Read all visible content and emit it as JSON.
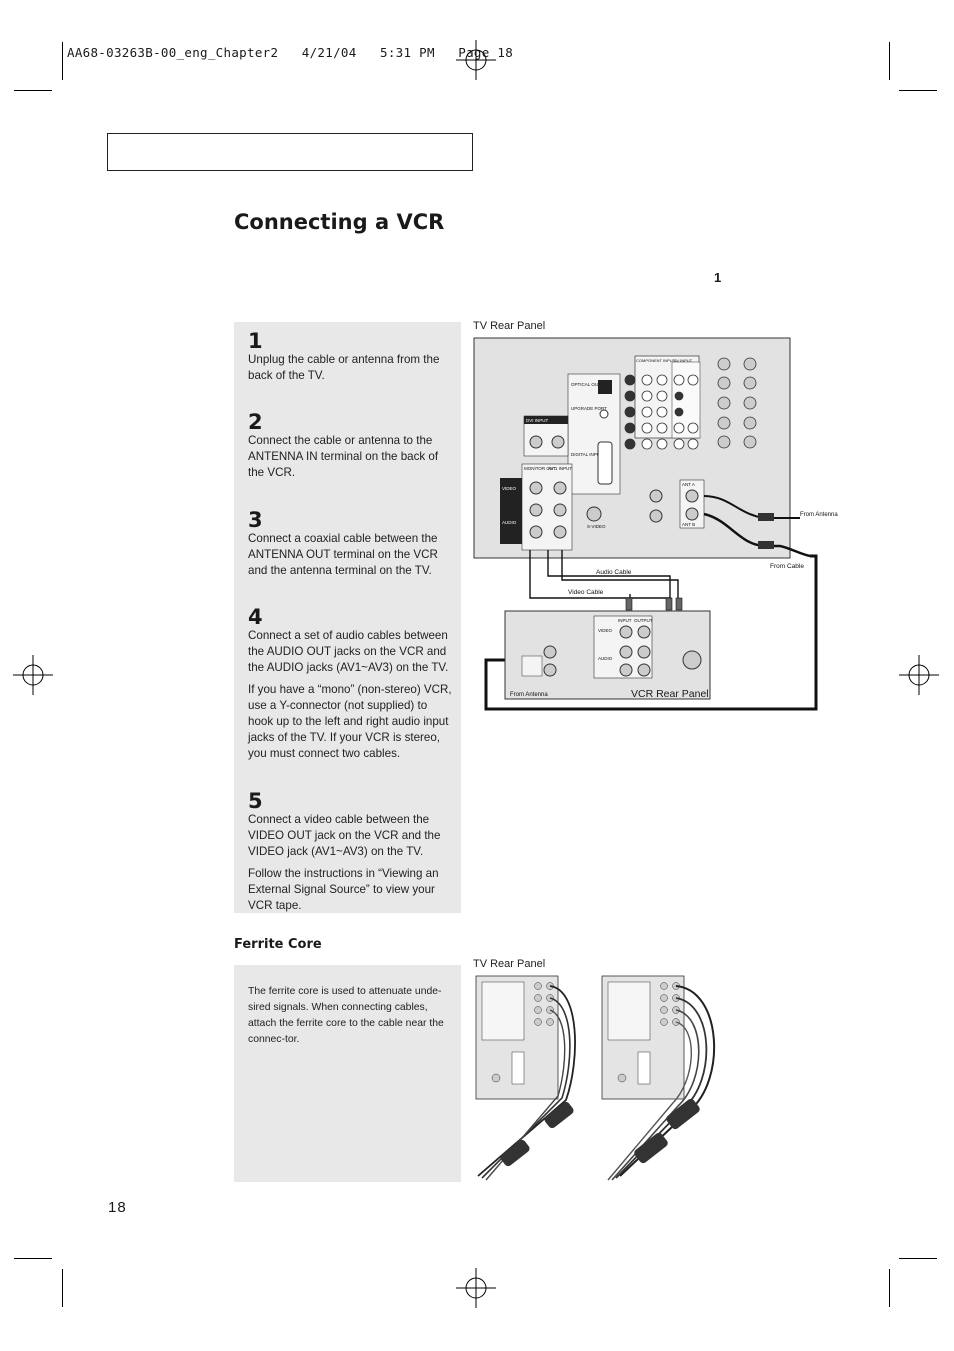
{
  "header": {
    "file_info": "AA68-03263B-00_eng_Chapter2   4/21/04   5:31 PM   Page 18"
  },
  "page": {
    "title": "Connecting a VCR",
    "figure_ref": "1",
    "page_number": "18"
  },
  "steps": [
    {
      "number": "1",
      "text": "Unplug the cable or antenna from the back of the TV."
    },
    {
      "number": "2",
      "text": "Connect the cable or antenna to the ANTENNA IN terminal on the back of the VCR."
    },
    {
      "number": "3",
      "text": "Connect a coaxial cable between the ANTENNA OUT terminal on the VCR and the antenna terminal on the TV."
    },
    {
      "number": "4",
      "text": "Connect a set of audio cables between the AUDIO OUT jacks on the VCR and the AUDIO jacks (AV1~AV3) on the TV.",
      "note": "If you have a “mono” (non-stereo) VCR, use a Y-connector (not supplied) to hook up to the left and right audio input jacks of the TV. If your VCR is stereo, you must connect two cables."
    },
    {
      "number": "5",
      "text": "Connect a video cable between the VIDEO OUT jack on the VCR and the VIDEO jack (AV1~AV3) on the TV.",
      "note": "Follow the instructions in “Viewing an External Signal Source” to view your VCR tape."
    }
  ],
  "diagram": {
    "tv_caption": "TV Rear Panel",
    "vcr_caption": "VCR Rear Panel",
    "labels": {
      "from_antenna": "From Antenna",
      "from_cable": "From Cable",
      "audio_cable": "Audio Cable",
      "video_cable": "Video Cable",
      "vcr_from_antenna": "From Antenna",
      "component_input": "COMPONENT INPUT",
      "av_input": "AV INPUT",
      "optical_out": "OPTICAL OUT",
      "upgrade_port": "UPGRADE PORT",
      "dvi_input": "DVI INPUT",
      "digital_input": "DIGITAL INPUT",
      "monitor_out": "MONITOR OUT",
      "av1_input": "AV 1 INPUT",
      "video": "VIDEO",
      "audio": "AUDIO",
      "s_video": "S-VIDEO",
      "ant_a": "ANT A",
      "ant_b": "ANT B",
      "vcr_input": "INPUT",
      "vcr_output": "OUTPUT",
      "vcr_video": "VIDEO",
      "vcr_audio": "AUDIO"
    }
  },
  "ferrite": {
    "heading": "Ferrite Core",
    "text": "The ferrite core is used to attenuate unde-sired signals. When connecting cables, attach the ferrite core to the cable near the connec-tor.",
    "tv_caption": "TV Rear Panel"
  }
}
